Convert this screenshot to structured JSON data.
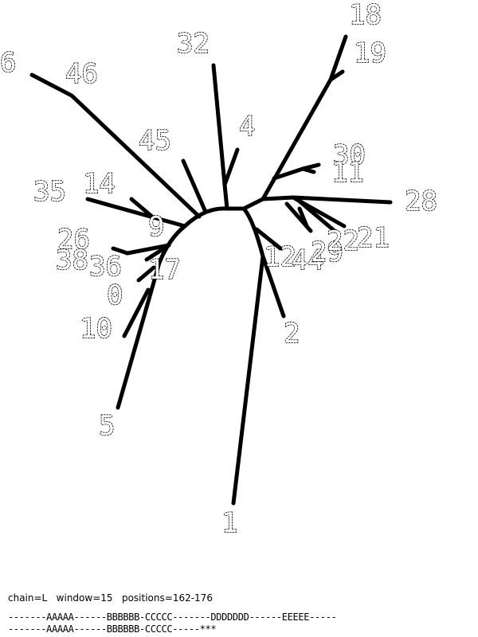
{
  "tree": {
    "branches": [
      {
        "id": "1",
        "label": "1"
      },
      {
        "id": "2",
        "label": "2"
      },
      {
        "id": "12",
        "label": "12"
      },
      {
        "id": "44",
        "label": "44"
      },
      {
        "id": "29",
        "label": "29"
      },
      {
        "id": "22",
        "label": "22"
      },
      {
        "id": "21",
        "label": "21"
      },
      {
        "id": "28",
        "label": "28"
      },
      {
        "id": "30",
        "label": "30"
      },
      {
        "id": "11",
        "label": "11"
      },
      {
        "id": "19",
        "label": "19"
      },
      {
        "id": "18",
        "label": "18"
      },
      {
        "id": "4",
        "label": "4"
      },
      {
        "id": "32",
        "label": "32"
      },
      {
        "id": "45",
        "label": "45"
      },
      {
        "id": "46",
        "label": "46"
      },
      {
        "id": "6",
        "label": "6"
      },
      {
        "id": "14",
        "label": "14"
      },
      {
        "id": "35",
        "label": "35"
      },
      {
        "id": "9",
        "label": "9"
      },
      {
        "id": "26",
        "label": "26"
      },
      {
        "id": "38",
        "label": "38"
      },
      {
        "id": "36",
        "label": "36"
      },
      {
        "id": "17",
        "label": "17"
      },
      {
        "id": "0",
        "label": "0"
      },
      {
        "id": "10",
        "label": "10"
      },
      {
        "id": "5",
        "label": "5"
      }
    ],
    "line_color": "#000000"
  },
  "footer": {
    "info": "chain=L   window=15   positions=162-176",
    "sequence_1": "-------AAAAA------BBBBBB-CCCCC-------DDDDDDD------EEEEE-----",
    "sequence_2": "-------AAAAA------BBBBBB-CCCCC-----***"
  }
}
